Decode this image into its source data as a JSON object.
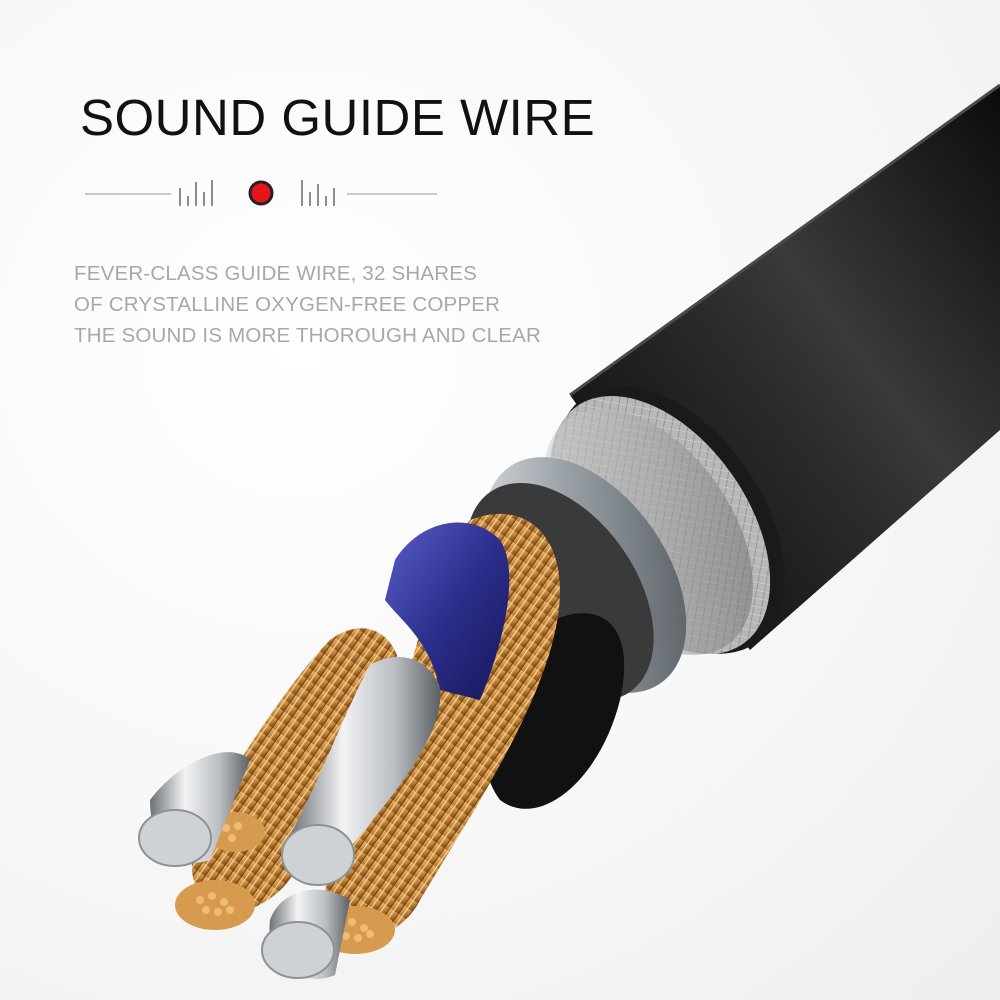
{
  "headline": "SOUND GUIDE WIRE",
  "description_lines": [
    "FEVER-CLASS GUIDE WIRE, 32 SHARES",
    "OF CRYSTALLINE OXYGEN-FREE COPPER",
    "THE SOUND IS MORE THOROUGH AND CLEAR"
  ],
  "icons": {
    "divider_left": "audio-level-bars-icon",
    "divider_center": "red-dot-icon",
    "divider_right": "audio-level-bars-icon"
  },
  "colors": {
    "headline": "#111111",
    "description": "#a8a8a8",
    "accent_dot": "#e8141c",
    "divider_line": "#b8b8b8",
    "jacket": "#1c1c1c",
    "shield_metal": "#9aa0a5",
    "insulation_blue": "#2c2f8c",
    "copper": "#c8893d",
    "silver_conductor": "#c9ccd0"
  }
}
